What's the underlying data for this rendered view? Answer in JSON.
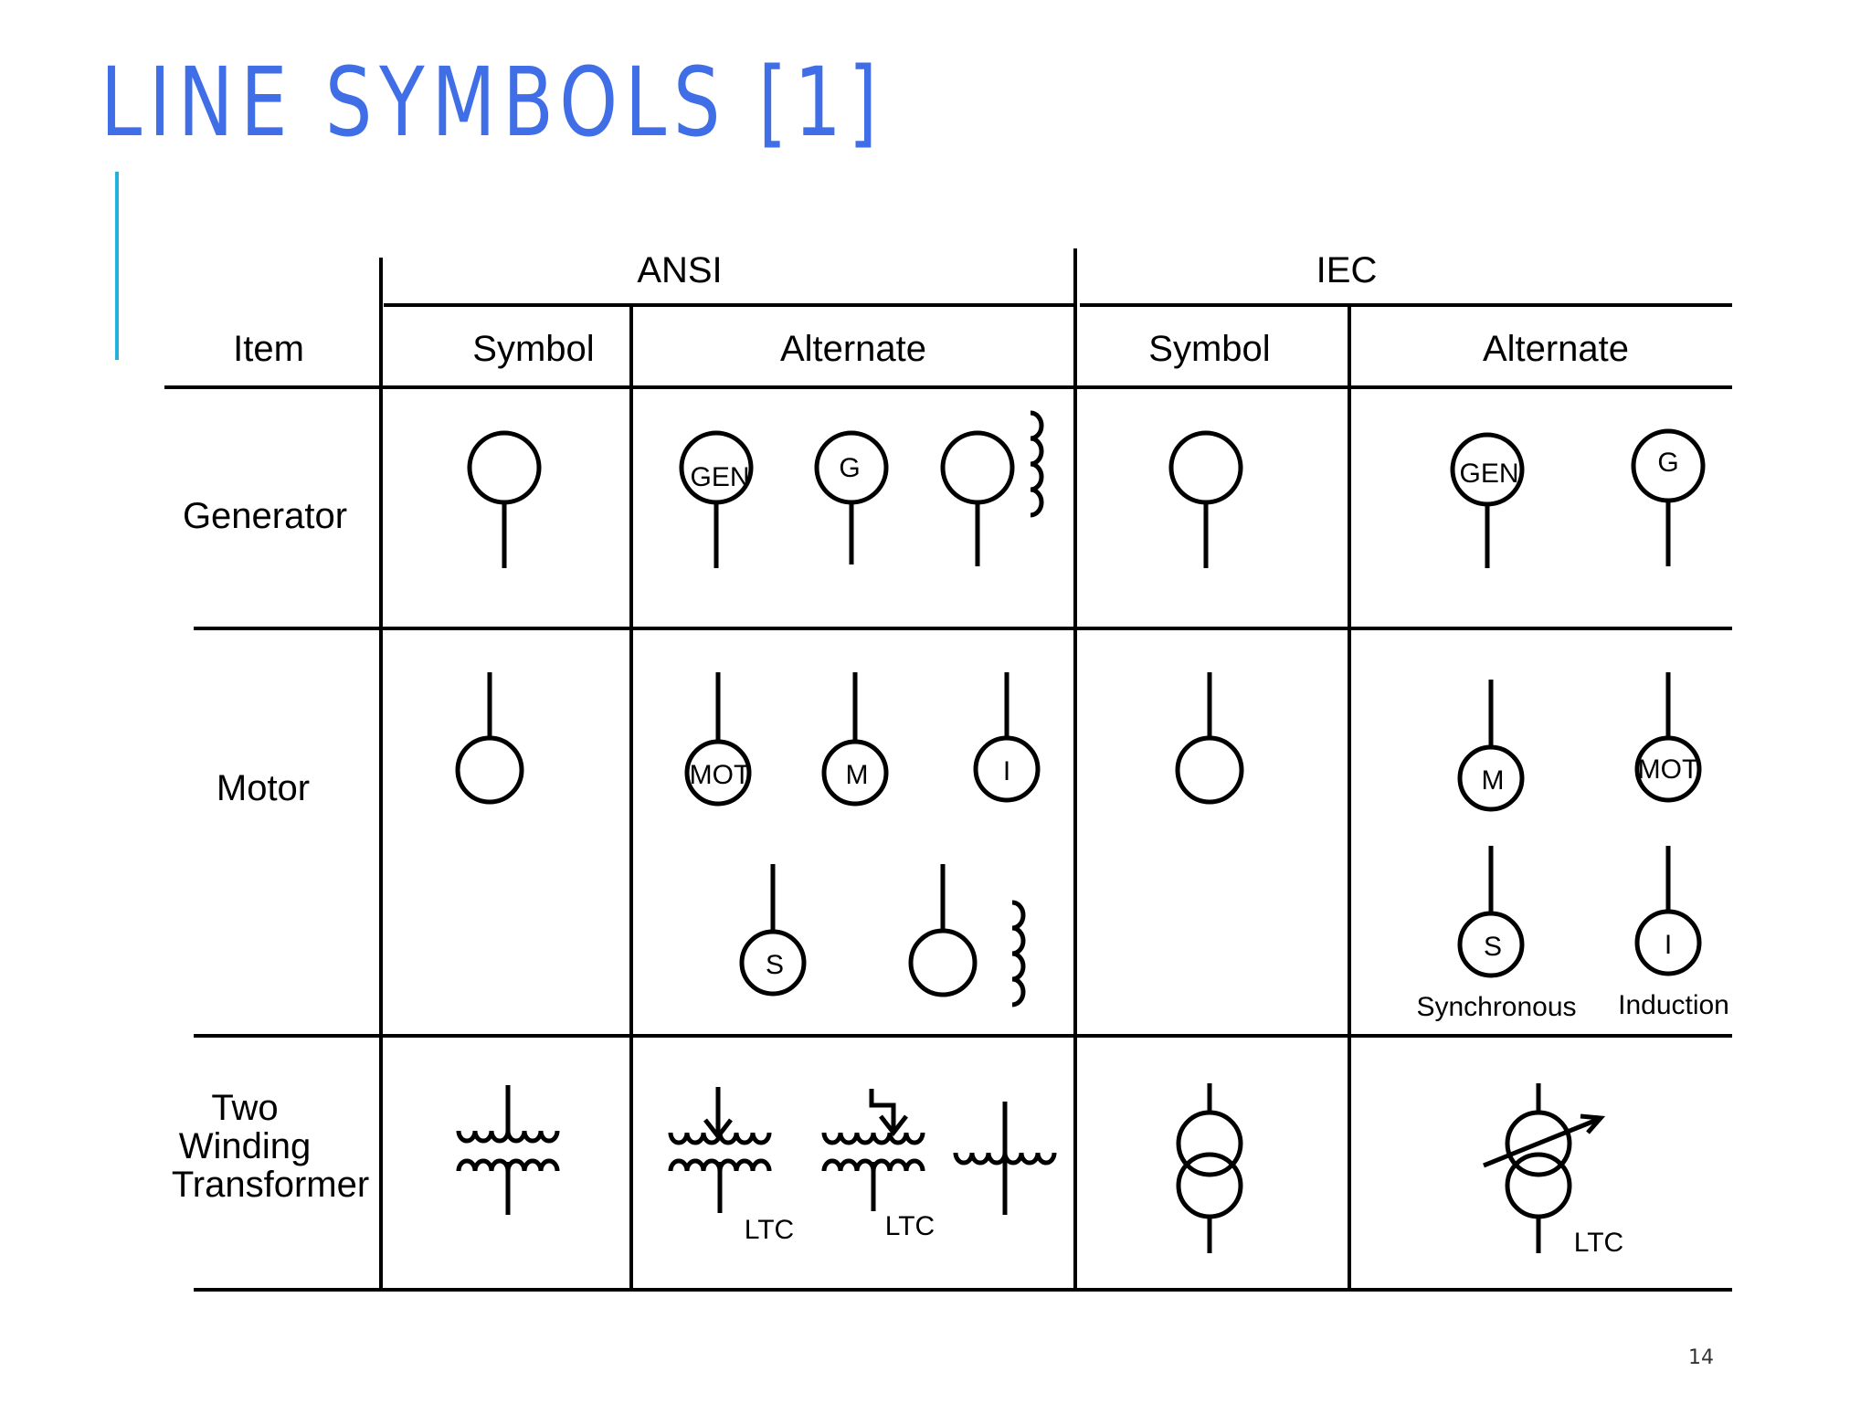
{
  "slide": {
    "title": "LINE SYMBOLS [1]",
    "page_number": "14"
  },
  "table": {
    "standards": [
      "ANSI",
      "IEC"
    ],
    "columns": {
      "item": "Item",
      "ansi_symbol": "Symbol",
      "ansi_alternate": "Alternate",
      "iec_symbol": "Symbol",
      "iec_alternate": "Alternate"
    },
    "rows": {
      "generator": "Generator",
      "motor": "Motor",
      "transformer": [
        "Two",
        "Winding",
        "Transformer"
      ]
    },
    "labels": {
      "gen": "GEN",
      "g": "G",
      "mot": "MOT",
      "m": "M",
      "i": "I",
      "s": "S",
      "ltc": "LTC",
      "synchronous": "Synchronous",
      "induction": "Induction"
    }
  }
}
